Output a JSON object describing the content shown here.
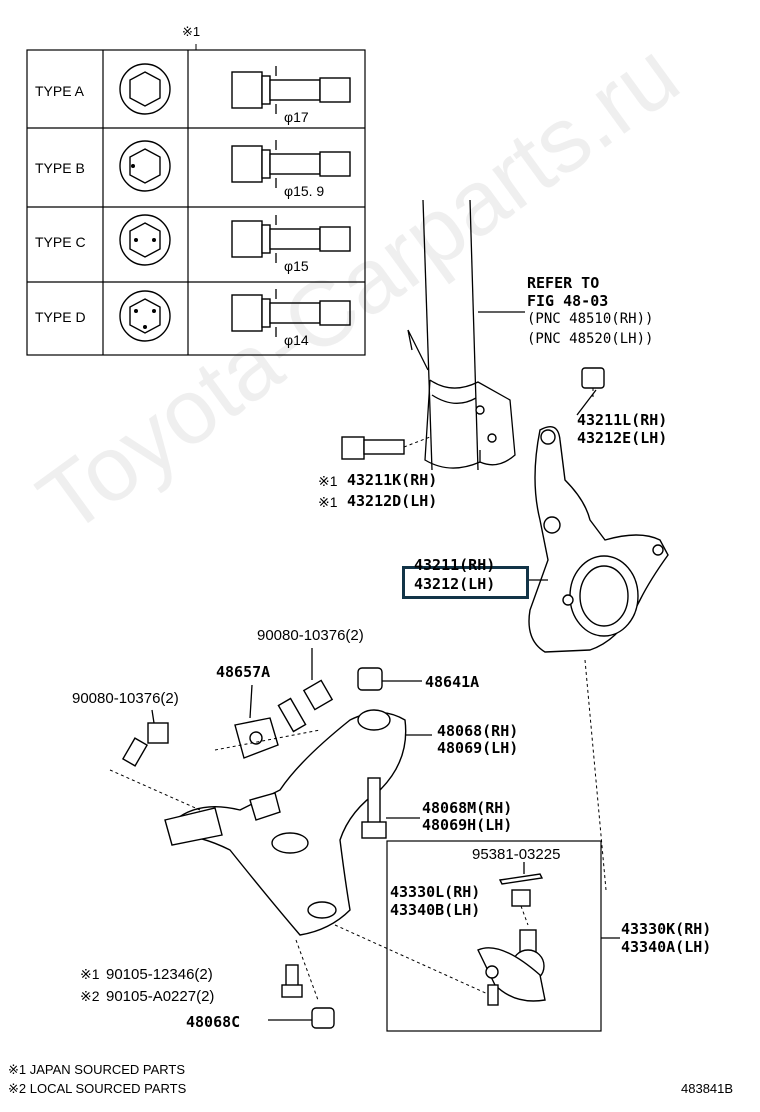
{
  "watermark": "Toyota-Carparts.ru",
  "table": {
    "header_mark": "※1",
    "rows": [
      {
        "type": "TYPE A",
        "dia": "φ17"
      },
      {
        "type": "TYPE B",
        "dia": "φ15. 9"
      },
      {
        "type": "TYPE C",
        "dia": "φ15"
      },
      {
        "type": "TYPE D",
        "dia": "φ14"
      }
    ]
  },
  "refer": {
    "line1": "REFER TO",
    "line2": "FIG 48-03",
    "line3": "(PNC 48510(RH))",
    "line4": "(PNC 48520(LH))"
  },
  "labels": {
    "p43211L": "43211L(RH)",
    "p43212E": "43212E(LH)",
    "p43211K": "43211K(RH)",
    "p43212D": "43212D(LH)",
    "mark1": "※1",
    "p43211": "43211(RH)",
    "p43212": "43212(LH)",
    "p90080a": "90080-10376(2)",
    "p48657A": "48657A",
    "p48641A": "48641A",
    "p90080b": "90080-10376(2)",
    "p48068": "48068(RH)",
    "p48069": "48069(LH)",
    "p48068M": "48068M(RH)",
    "p48069H": "48069H(LH)",
    "p95381": "95381-03225",
    "p43330L": "43330L(RH)",
    "p43340B": "43340B(LH)",
    "p43330K": "43330K(RH)",
    "p43340A": "43340A(LH)",
    "p90105a": "90105-12346(2)",
    "p90105b": "90105-A0227(2)",
    "mark2": "※2",
    "p48068C": "48068C"
  },
  "footer": {
    "note1": "※1 JAPAN SOURCED PARTS",
    "note2": "※2 LOCAL SOURCED PARTS",
    "figure_id": "483841B"
  },
  "colors": {
    "highlight_border": "#123447",
    "ink": "#000000"
  }
}
